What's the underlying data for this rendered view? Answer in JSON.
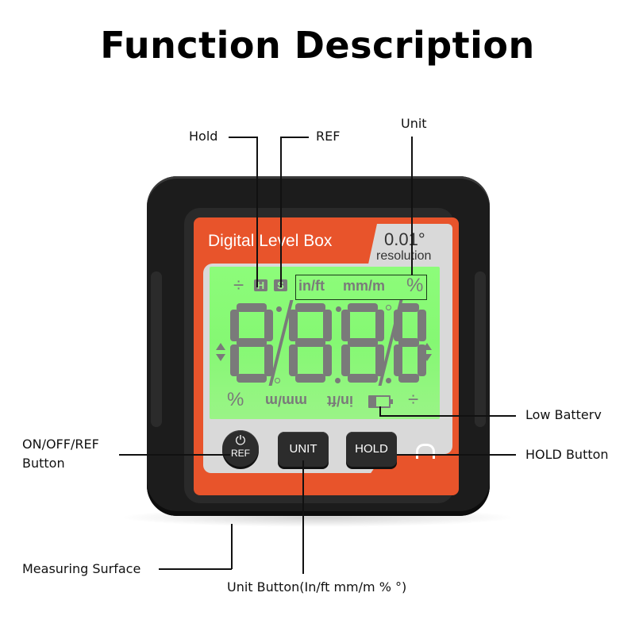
{
  "title": "Function Description",
  "callouts": {
    "hold": "Hold",
    "ref": "REF",
    "unit": "Unit",
    "low_battery": "Low Batterv",
    "hold_button": "HOLD Button",
    "on_off_ref_line1": "ON/OFF/REF",
    "on_off_ref_line2": "Button",
    "measuring_surface": "Measuring Surface",
    "unit_button": "Unit Button(In/ft  mm/m %  °)"
  },
  "device": {
    "brand": "Digital Level Box",
    "resolution_value": "0.01°",
    "resolution_label": "resolution",
    "lcd": {
      "top_indicators": {
        "level_icon": "÷",
        "hold_icon": "H",
        "ref_icon": "S",
        "unit_inft": "in/ft",
        "unit_mmm": "mm/m",
        "unit_pct": "%"
      },
      "bottom_indicators_flipped": {
        "unit_pct": "%",
        "unit_mmm": "mm/m",
        "unit_inft": "in/ft",
        "level_icon": "÷"
      },
      "digits": "8888"
    },
    "buttons": {
      "ref_icon": "⏻",
      "ref_label": "REF",
      "unit_label": "UNIT",
      "hold_label": "HOLD"
    },
    "colors": {
      "accent_orange": "#e8542b",
      "lcd_green": "#8dfc7a",
      "body_black": "#1c1c1c",
      "segment_grey": "#7a7a7a"
    }
  }
}
